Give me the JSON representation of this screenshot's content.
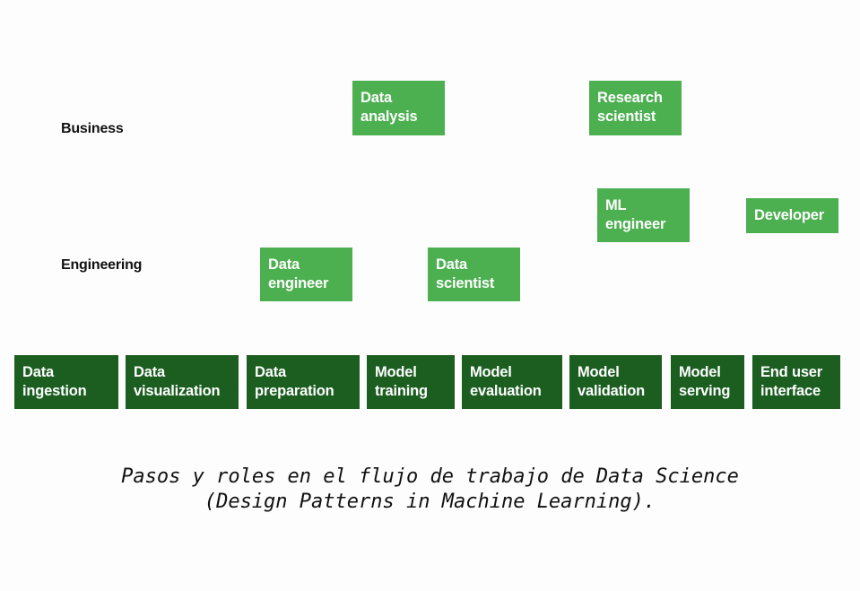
{
  "row_labels": {
    "business": "Business",
    "engineering": "Engineering"
  },
  "roles": {
    "data_analysis": "Data\nanalysis",
    "research_scientist": "Research\nscientist",
    "ml_engineer": "ML\nengineer",
    "developer": "Developer",
    "data_engineer": "Data\nengineer",
    "data_scientist": "Data\nscientist"
  },
  "steps": [
    "Data\ningestion",
    "Data\nvisualization",
    "Data\npreparation",
    "Model\ntraining",
    "Model\nevaluation",
    "Model\nvalidation",
    "Model\nserving",
    "End user\ninterface"
  ],
  "caption": {
    "line1": "Pasos y roles en el flujo de trabajo de Data Science",
    "line2": "(Design Patterns in Machine Learning)."
  },
  "colors": {
    "role": "#4caf50",
    "step": "#1b5e20",
    "background": "#fdfdfd"
  }
}
